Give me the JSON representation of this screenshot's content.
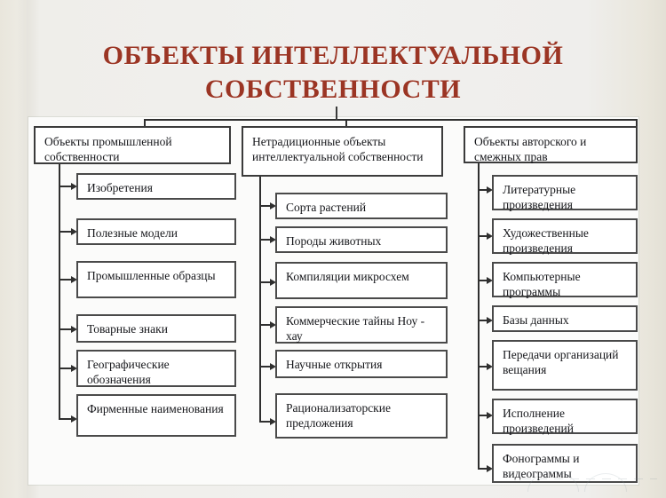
{
  "title": {
    "line1": "ОБЪЕКТЫ ИНТЕЛЛЕКТУАЛЬНОЙ",
    "line2": "СОБСТВЕННОСТИ",
    "color": "#9b3524"
  },
  "diagram": {
    "type": "tree",
    "root_label": "ОБЪЕКТЫ ИНТЕЛЛЕКТУАЛЬНОЙ СОБСТВЕННОСТИ",
    "box_border_color": "#4a4a4a",
    "box_fill_color": "#ffffff",
    "connector_color": "#2f2f2f",
    "columns": [
      {
        "header": "Объекты промышленной собственности",
        "items": [
          "Изобретения",
          "Полезные модели",
          "Промышленные образцы",
          "Товарные знаки",
          "Географические обозначения",
          "Фирменные наименования"
        ]
      },
      {
        "header": "Нетрадиционные объекты интеллектуальной собственности",
        "items": [
          "Сорта растений",
          "Породы животных",
          "Компиляции микросхем",
          "Коммерческие тайны Ноу - хау",
          "Научные открытия",
          "Рационализаторские предложения"
        ]
      },
      {
        "header": "Объекты авторского и смежных прав",
        "items": [
          "Литературные произведения",
          "Художественные произведения",
          "Компьютерные программы",
          "Базы данных",
          "Передачи организаций вещания",
          "Исполнение произведений",
          "Фонограммы и видеограммы"
        ]
      }
    ]
  }
}
